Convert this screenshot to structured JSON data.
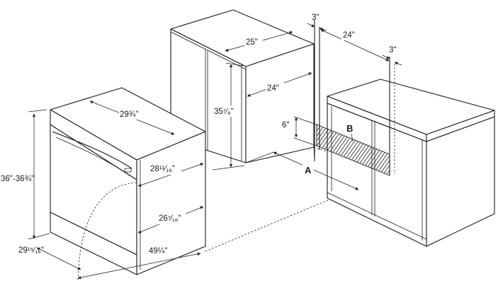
{
  "dimensions": {
    "cabinet_height": "36\"-36¾\"",
    "dishwasher_depth": "29¹⁵⁄₁₆\"",
    "door_open_depth": "49¼\"",
    "top_width": "29¾\"",
    "front_height_upper": "28¹¹⁄₁₆\"",
    "front_height_lower": "26⁷⁄₁₆\"",
    "opening_width": "25\"",
    "opening_depth": "24\"",
    "opening_height": "35⁷⁄₈\"",
    "gap_left": "3\"",
    "right_cabinet_depth": "24\"",
    "gap_right": "3\"",
    "toe_kick_height": "6\""
  },
  "labels": {
    "a": "A",
    "b": "B"
  }
}
